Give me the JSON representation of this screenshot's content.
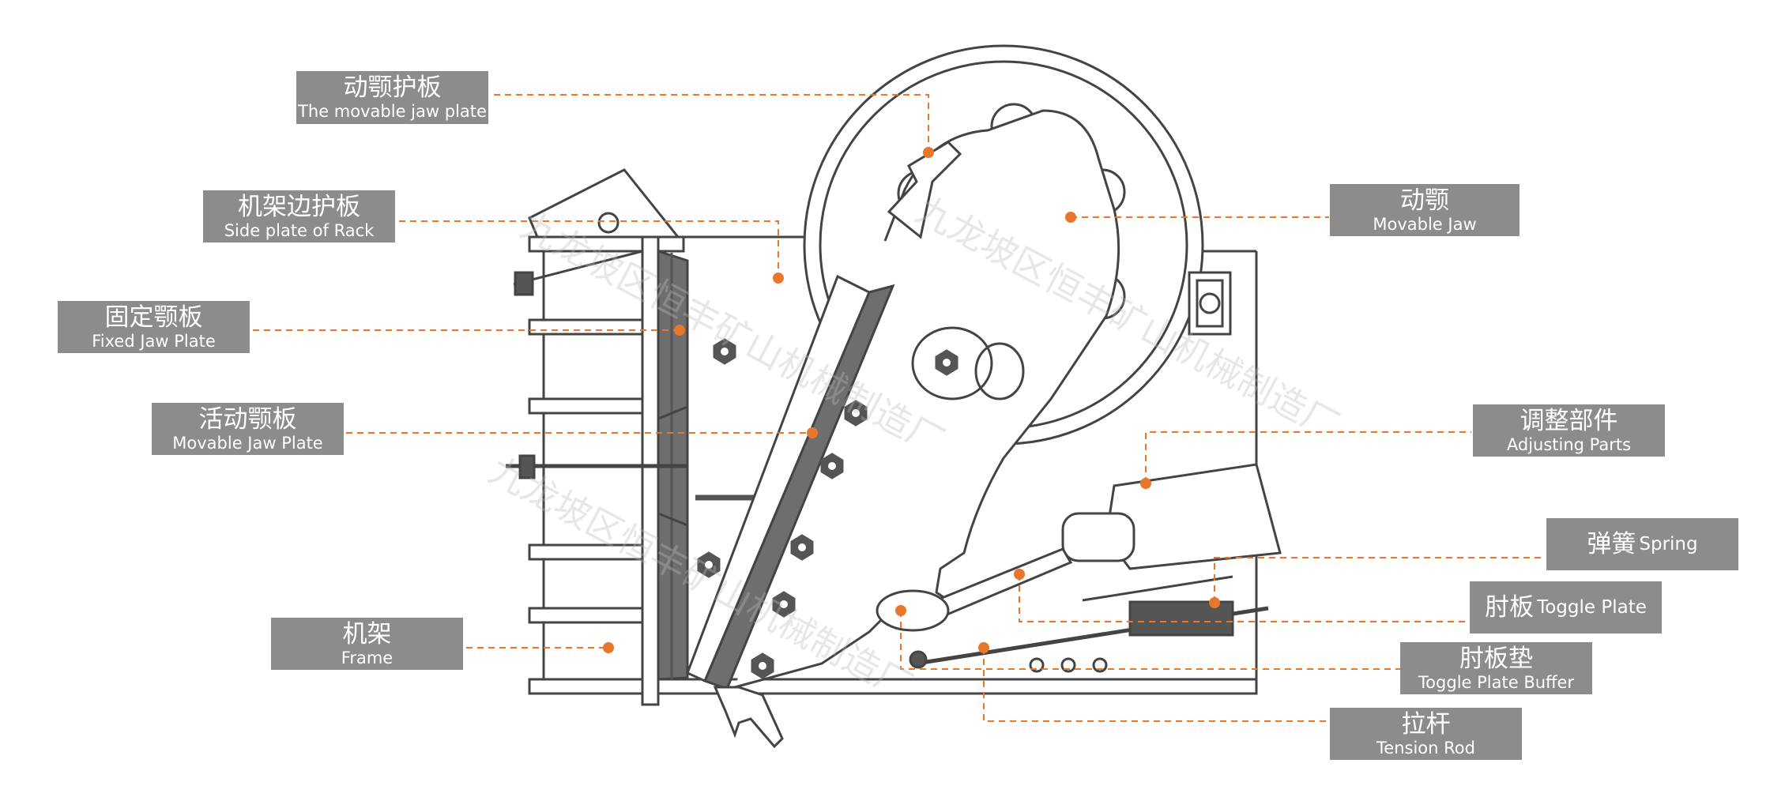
{
  "labels": {
    "movable_jaw_guard": {
      "zh": "动颚护板",
      "en": "The movable jaw plate"
    },
    "side_plate": {
      "zh": "机架边护板",
      "en": "Side plate of Rack"
    },
    "fixed_jaw_plate": {
      "zh": "固定颚板",
      "en": "Fixed Jaw Plate"
    },
    "movable_jaw_plate": {
      "zh": "活动颚板",
      "en": "Movable Jaw Plate"
    },
    "frame": {
      "zh": "机架",
      "en": "Frame"
    },
    "movable_jaw": {
      "zh": "动颚",
      "en": "Movable Jaw"
    },
    "adjusting_parts": {
      "zh": "调整部件",
      "en": "Adjusting Parts"
    },
    "spring": {
      "zh": "弹簧",
      "en": "Spring"
    },
    "toggle_plate": {
      "zh": "肘板",
      "en": "Toggle Plate"
    },
    "toggle_plate_buffer": {
      "zh": "肘板垫",
      "en": "Toggle Plate Buffer"
    },
    "tension_rod": {
      "zh": "拉杆",
      "en": "Tension Rod"
    }
  },
  "watermark": "九龙坡区恒丰矿山机械制造厂",
  "colors": {
    "label_bg": "#8c8c8c",
    "leader": "#e8772e",
    "line": "#444444",
    "plate": "#6e6e6e"
  }
}
